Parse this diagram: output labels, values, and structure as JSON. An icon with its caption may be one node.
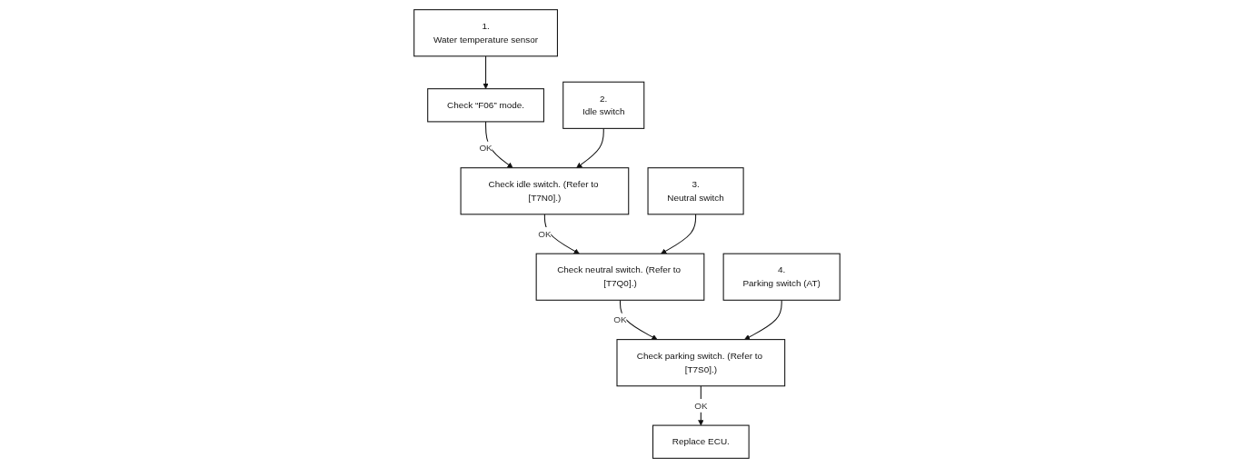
{
  "diagram": {
    "nodes": [
      {
        "text": [
          "1.",
          "Water temperature sensor"
        ]
      },
      {
        "text": [
          "Check “F06” mode."
        ]
      },
      {
        "text": [
          "2.",
          "Idle switch"
        ]
      },
      {
        "text": [
          "Check idle switch. (Refer to [T7N0].)"
        ]
      },
      {
        "text": [
          "3.",
          "Neutral switch"
        ]
      },
      {
        "text": [
          "Check neutral switch. (Refer to [T7Q0].)"
        ]
      },
      {
        "text": [
          "4.",
          "Parking switch (AT)"
        ]
      },
      {
        "text": [
          "Check parking switch. (Refer to [T7S0].)"
        ]
      },
      {
        "text": [
          "Replace ECU."
        ]
      }
    ],
    "edges": [
      {
        "from": 0,
        "to": 1,
        "arrow": "to"
      },
      {
        "from": 1,
        "to": 3,
        "arrow": "to",
        "label": "OK"
      },
      {
        "from": 2,
        "to": 3,
        "arrow": "to"
      },
      {
        "from": 3,
        "to": 5,
        "arrow": "to",
        "label": "OK"
      },
      {
        "from": 4,
        "to": 5,
        "arrow": "to"
      },
      {
        "from": 5,
        "to": 7,
        "arrow": "to",
        "label": "OK"
      },
      {
        "from": 6,
        "to": 7,
        "arrow": "to"
      },
      {
        "from": 7,
        "to": 8,
        "arrow": "to",
        "label": "OK"
      }
    ]
  }
}
